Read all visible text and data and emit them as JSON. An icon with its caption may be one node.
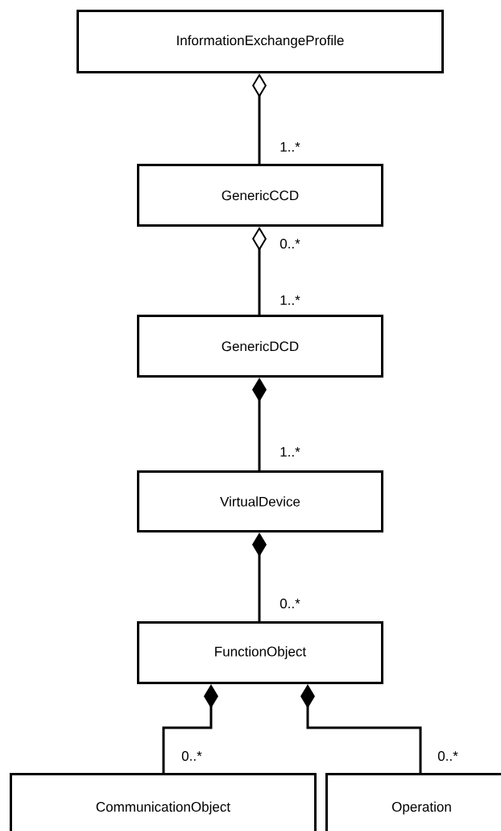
{
  "diagram": {
    "nodes": [
      {
        "text": [
          "InformationExchangeProfile"
        ]
      },
      {
        "text": [
          "GenericCCD"
        ]
      },
      {
        "text": [
          "GenericDCD"
        ]
      },
      {
        "text": [
          "VirtualDevice"
        ]
      },
      {
        "text": [
          "FunctionObject"
        ]
      },
      {
        "text": [
          "CommunicationObject"
        ]
      },
      {
        "text": [
          "Operation"
        ]
      }
    ],
    "edges": [
      {
        "from": 0,
        "to": 1,
        "arrow": "other",
        "label": "1..*"
      },
      {
        "from": 1,
        "to": 2,
        "arrow": "other",
        "label": "1..*"
      },
      {
        "from": 2,
        "to": 3,
        "arrow": "other",
        "label": "1..*"
      },
      {
        "from": 3,
        "to": 4,
        "arrow": "other",
        "label": "0..*"
      },
      {
        "from": 4,
        "to": 5,
        "arrow": "other",
        "label": "0..*"
      },
      {
        "from": 4,
        "to": 6,
        "arrow": "other",
        "label": "0..*"
      }
    ],
    "labels": [
      "0..*"
    ]
  }
}
